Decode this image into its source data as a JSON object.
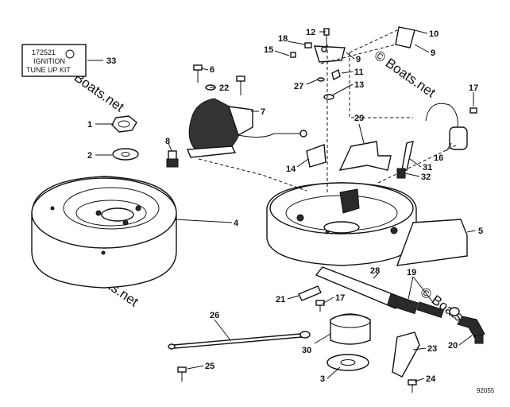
{
  "kit_box": {
    "line1": "172521",
    "line2": "IGNITION",
    "line3": "TUNE UP KIT"
  },
  "callouts": [
    {
      "id": "c1",
      "label": "1"
    },
    {
      "id": "c2",
      "label": "2"
    },
    {
      "id": "c3",
      "label": "3"
    },
    {
      "id": "c4",
      "label": "4"
    },
    {
      "id": "c5",
      "label": "5"
    },
    {
      "id": "c6",
      "label": "6"
    },
    {
      "id": "c7",
      "label": "7"
    },
    {
      "id": "c8",
      "label": "8"
    },
    {
      "id": "c9a",
      "label": "9"
    },
    {
      "id": "c9b",
      "label": "9"
    },
    {
      "id": "c10",
      "label": "10"
    },
    {
      "id": "c11",
      "label": "11"
    },
    {
      "id": "c12",
      "label": "12"
    },
    {
      "id": "c13",
      "label": "13"
    },
    {
      "id": "c14",
      "label": "14"
    },
    {
      "id": "c15",
      "label": "15"
    },
    {
      "id": "c16",
      "label": "16"
    },
    {
      "id": "c17a",
      "label": "17"
    },
    {
      "id": "c17b",
      "label": "17"
    },
    {
      "id": "c18",
      "label": "18"
    },
    {
      "id": "c19",
      "label": "19"
    },
    {
      "id": "c20",
      "label": "20"
    },
    {
      "id": "c21",
      "label": "21"
    },
    {
      "id": "c22",
      "label": "22"
    },
    {
      "id": "c23",
      "label": "23"
    },
    {
      "id": "c24",
      "label": "24"
    },
    {
      "id": "c25",
      "label": "25"
    },
    {
      "id": "c26",
      "label": "26"
    },
    {
      "id": "c27",
      "label": "27"
    },
    {
      "id": "c28",
      "label": "28"
    },
    {
      "id": "c29",
      "label": "29"
    },
    {
      "id": "c30",
      "label": "30"
    },
    {
      "id": "c31",
      "label": "31"
    },
    {
      "id": "c32",
      "label": "32"
    },
    {
      "id": "c33",
      "label": "33"
    }
  ],
  "watermark": "© Boats.net",
  "figure_number": "92055"
}
